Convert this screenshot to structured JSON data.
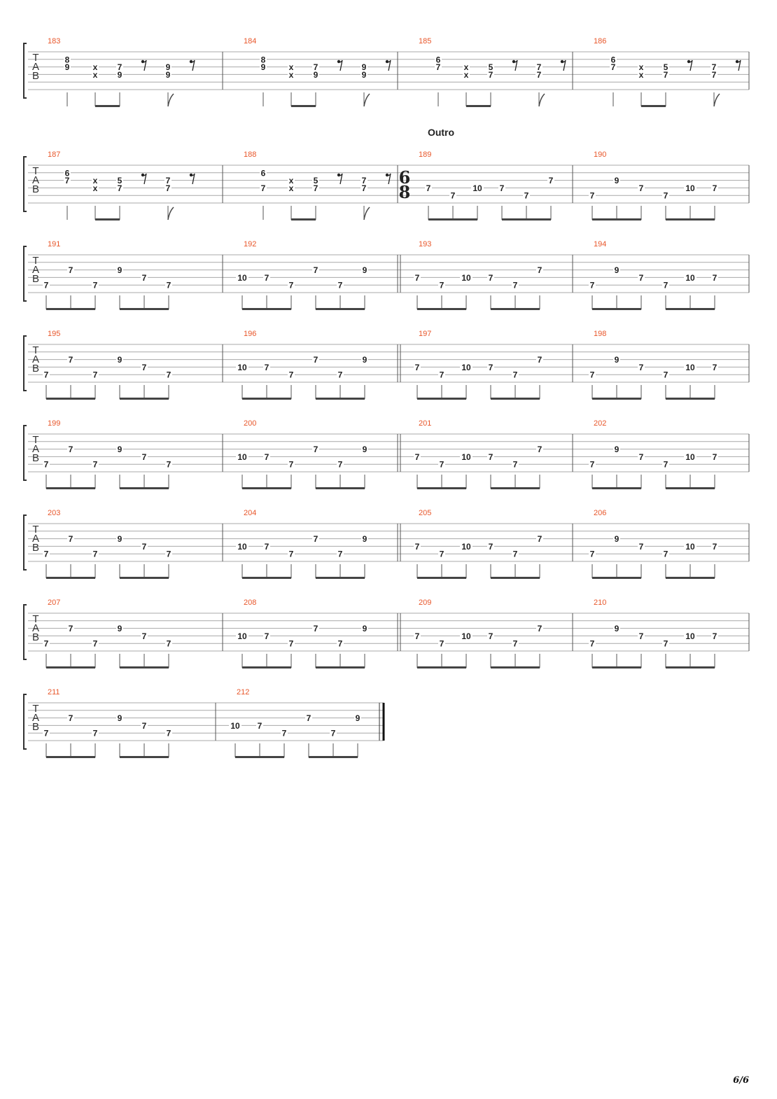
{
  "page": {
    "page_number": "6/6",
    "clef_letters": [
      "T",
      "A",
      "B"
    ],
    "section_marker": "Outro",
    "time_signature": [
      "6",
      "8"
    ]
  },
  "colors": {
    "measure_number": "#e8562a",
    "staff_line": "#a8a8a8",
    "text": "#222222",
    "stem": "#555555"
  },
  "systems": [
    {
      "measures": [
        {
          "number": "183",
          "pattern": "A8"
        },
        {
          "number": "184",
          "pattern": "A8"
        },
        {
          "number": "185",
          "pattern": "A6"
        },
        {
          "number": "186",
          "pattern": "A6"
        }
      ]
    },
    {
      "measures": [
        {
          "number": "187",
          "pattern": "A6"
        },
        {
          "number": "188",
          "pattern": "A6b"
        },
        {
          "number": "189",
          "pattern": "C",
          "time_sig": true,
          "section": true
        },
        {
          "number": "190",
          "pattern": "D"
        }
      ]
    },
    {
      "measures": [
        {
          "number": "191",
          "pattern": "E"
        },
        {
          "number": "192",
          "pattern": "F",
          "end_double": true
        },
        {
          "number": "193",
          "pattern": "C"
        },
        {
          "number": "194",
          "pattern": "D"
        }
      ]
    },
    {
      "measures": [
        {
          "number": "195",
          "pattern": "E"
        },
        {
          "number": "196",
          "pattern": "F",
          "end_double": true
        },
        {
          "number": "197",
          "pattern": "C"
        },
        {
          "number": "198",
          "pattern": "D"
        }
      ]
    },
    {
      "measures": [
        {
          "number": "199",
          "pattern": "E"
        },
        {
          "number": "200",
          "pattern": "F",
          "end_double": true
        },
        {
          "number": "201",
          "pattern": "C"
        },
        {
          "number": "202",
          "pattern": "D"
        }
      ]
    },
    {
      "measures": [
        {
          "number": "203",
          "pattern": "E"
        },
        {
          "number": "204",
          "pattern": "F",
          "end_double": true
        },
        {
          "number": "205",
          "pattern": "C"
        },
        {
          "number": "206",
          "pattern": "D"
        }
      ]
    },
    {
      "measures": [
        {
          "number": "207",
          "pattern": "E"
        },
        {
          "number": "208",
          "pattern": "F",
          "end_double": true
        },
        {
          "number": "209",
          "pattern": "C"
        },
        {
          "number": "210",
          "pattern": "D"
        }
      ]
    },
    {
      "measures": [
        {
          "number": "211",
          "pattern": "E"
        },
        {
          "number": "212",
          "pattern": "F",
          "final": true
        }
      ]
    }
  ],
  "patterns": {
    "A8": {
      "rhythm": "verse",
      "beats": [
        {
          "notes": [
            {
              "s": 2,
              "t": "8"
            },
            {
              "s": 3,
              "t": "9"
            }
          ]
        },
        {
          "notes": [
            {
              "s": 3,
              "t": "x"
            },
            {
              "s": 4,
              "t": "x"
            }
          ]
        },
        {
          "notes": [
            {
              "s": 3,
              "t": "7"
            },
            {
              "s": 4,
              "t": "9"
            }
          ]
        },
        {
          "rest": true
        },
        {
          "notes": [
            {
              "s": 3,
              "t": "9"
            },
            {
              "s": 4,
              "t": "9"
            }
          ]
        },
        {
          "rest": true
        }
      ]
    },
    "A6": {
      "rhythm": "verse",
      "beats": [
        {
          "notes": [
            {
              "s": 2,
              "t": "6"
            },
            {
              "s": 3,
              "t": "7"
            }
          ]
        },
        {
          "notes": [
            {
              "s": 3,
              "t": "x"
            },
            {
              "s": 4,
              "t": "x"
            }
          ]
        },
        {
          "notes": [
            {
              "s": 3,
              "t": "5"
            },
            {
              "s": 4,
              "t": "7"
            }
          ]
        },
        {
          "rest": true
        },
        {
          "notes": [
            {
              "s": 3,
              "t": "7"
            },
            {
              "s": 4,
              "t": "7"
            }
          ]
        },
        {
          "rest": true
        }
      ]
    },
    "A6b": {
      "rhythm": "verse",
      "beats": [
        {
          "notes": [
            {
              "s": 2,
              "t": "6"
            },
            {
              "s": 4,
              "t": "7"
            }
          ]
        },
        {
          "notes": [
            {
              "s": 3,
              "t": "x"
            },
            {
              "s": 4,
              "t": "x"
            }
          ]
        },
        {
          "notes": [
            {
              "s": 3,
              "t": "5"
            },
            {
              "s": 4,
              "t": "7"
            }
          ]
        },
        {
          "rest": true
        },
        {
          "notes": [
            {
              "s": 3,
              "t": "7"
            },
            {
              "s": 4,
              "t": "7"
            }
          ]
        },
        {
          "rest": true
        }
      ]
    },
    "C": {
      "rhythm": "six",
      "beats": [
        {
          "notes": [
            {
              "s": 4,
              "t": "7"
            }
          ]
        },
        {
          "notes": [
            {
              "s": 5,
              "t": "7"
            }
          ]
        },
        {
          "notes": [
            {
              "s": 4,
              "t": "10"
            }
          ]
        },
        {
          "notes": [
            {
              "s": 4,
              "t": "7"
            }
          ]
        },
        {
          "notes": [
            {
              "s": 5,
              "t": "7"
            }
          ]
        },
        {
          "notes": [
            {
              "s": 3,
              "t": "7"
            }
          ]
        }
      ]
    },
    "D": {
      "rhythm": "six",
      "beats": [
        {
          "notes": [
            {
              "s": 5,
              "t": "7"
            }
          ]
        },
        {
          "notes": [
            {
              "s": 3,
              "t": "9"
            }
          ]
        },
        {
          "notes": [
            {
              "s": 4,
              "t": "7"
            }
          ]
        },
        {
          "notes": [
            {
              "s": 5,
              "t": "7"
            }
          ]
        },
        {
          "notes": [
            {
              "s": 4,
              "t": "10"
            }
          ]
        },
        {
          "notes": [
            {
              "s": 4,
              "t": "7"
            }
          ]
        }
      ]
    },
    "E": {
      "rhythm": "six",
      "beats": [
        {
          "notes": [
            {
              "s": 5,
              "t": "7"
            }
          ]
        },
        {
          "notes": [
            {
              "s": 3,
              "t": "7"
            }
          ]
        },
        {
          "notes": [
            {
              "s": 5,
              "t": "7"
            }
          ]
        },
        {
          "notes": [
            {
              "s": 3,
              "t": "9"
            }
          ]
        },
        {
          "notes": [
            {
              "s": 4,
              "t": "7"
            }
          ]
        },
        {
          "notes": [
            {
              "s": 5,
              "t": "7"
            }
          ]
        }
      ]
    },
    "F": {
      "rhythm": "six",
      "beats": [
        {
          "notes": [
            {
              "s": 4,
              "t": "10"
            }
          ]
        },
        {
          "notes": [
            {
              "s": 4,
              "t": "7"
            }
          ]
        },
        {
          "notes": [
            {
              "s": 5,
              "t": "7"
            }
          ]
        },
        {
          "notes": [
            {
              "s": 3,
              "t": "7"
            }
          ]
        },
        {
          "notes": [
            {
              "s": 5,
              "t": "7"
            }
          ]
        },
        {
          "notes": [
            {
              "s": 3,
              "t": "9"
            }
          ]
        }
      ]
    }
  }
}
